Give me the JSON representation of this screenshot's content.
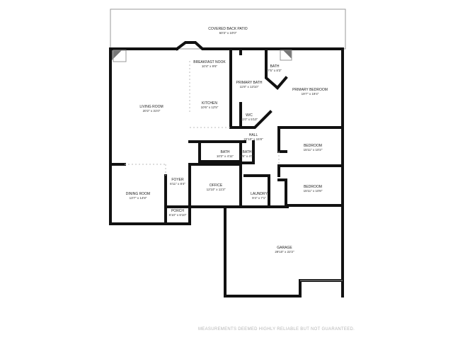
{
  "rooms": [
    {
      "key": "patio",
      "name": "COVERED BACK PATIO",
      "dims": "60'3\" x 10'0\""
    },
    {
      "key": "breakfast",
      "name": "BREAKFAST NOOK",
      "dims": "10'4\" x 9'6\""
    },
    {
      "key": "primary_bath",
      "name": "PRIMARY BATH",
      "dims": "11'8\" x 13'10\""
    },
    {
      "key": "bath_small",
      "name": "BATH",
      "dims": "7'5\" x 8'3\""
    },
    {
      "key": "primary_bedroom",
      "name": "PRIMARY BEDROOM",
      "dims": "19'7\" x 19'4\""
    },
    {
      "key": "living",
      "name": "LIVING ROOM",
      "dims": "20'2\" x 31'0\""
    },
    {
      "key": "kitchen",
      "name": "KITCHEN",
      "dims": "10'6\" x 12'5\""
    },
    {
      "key": "wic",
      "name": "W/C",
      "dims": "11'0\" x 5'10\""
    },
    {
      "key": "hall",
      "name": "HALL",
      "dims": "22'10\" x 15'8\""
    },
    {
      "key": "bedroom1",
      "name": "BEDROOM",
      "dims": "15'11\" x 10'2\""
    },
    {
      "key": "bath2",
      "name": "BATH",
      "dims": "10'2\" x 4'11\""
    },
    {
      "key": "bath3",
      "name": "BATH",
      "dims": "5'6\" x 4'1\""
    },
    {
      "key": "foyer",
      "name": "FOYER",
      "dims": "6'11\" x 8'4\""
    },
    {
      "key": "office",
      "name": "OFFICE",
      "dims": "12'10\" x 11'3\""
    },
    {
      "key": "bedroom2",
      "name": "BEDROOM",
      "dims": "15'11\" x 10'8\""
    },
    {
      "key": "dining",
      "name": "DINING ROOM",
      "dims": "13'7\" x 14'8\""
    },
    {
      "key": "laundry",
      "name": "LAUNDRY",
      "dims": "9'4\" x 7'1\""
    },
    {
      "key": "porch",
      "name": "PORCH",
      "dims": "6'10\" x 6'10\""
    },
    {
      "key": "garage",
      "name": "GARAGE",
      "dims": "29'10\" x 22'2\""
    }
  ],
  "disclaimer": "MEASUREMENTS DEEMED HIGHLY RELIABLE BUT NOT GUARANTEED."
}
